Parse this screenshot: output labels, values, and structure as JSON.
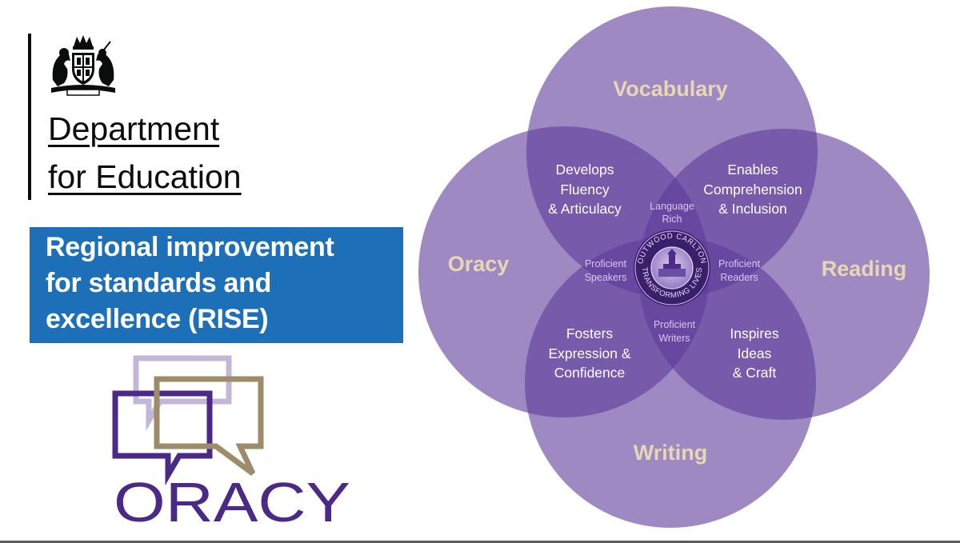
{
  "department": {
    "line1": "Department",
    "line2": "for Education"
  },
  "rise": {
    "line1": "Regional improvement",
    "line2": "for standards and",
    "line3": "excellence (RISE)"
  },
  "oracy_logo": {
    "word": "ORACY"
  },
  "venn": {
    "circles": {
      "vocabulary": "Vocabulary",
      "oracy": "Oracy",
      "reading": "Reading",
      "writing": "Writing"
    },
    "overlaps": {
      "vocab_oracy": [
        "Develops",
        "Fluency",
        "& Articulacy"
      ],
      "vocab_reading": [
        "Enables",
        "Comprehension",
        "& Inclusion"
      ],
      "oracy_writing": [
        "Fosters",
        "Expression &",
        "Confidence"
      ],
      "reading_writing": [
        "Inspires",
        "Ideas",
        "& Craft"
      ]
    },
    "inner": {
      "top": [
        "Language",
        "Rich"
      ],
      "left": [
        "Proficient",
        "Speakers"
      ],
      "right": [
        "Proficient",
        "Readers"
      ],
      "bottom": [
        "Proficient",
        "Writers"
      ]
    },
    "seal": {
      "top_text": "OUTWOOD CARLTON",
      "bottom_text": "TRANSFORMING LIVES"
    }
  },
  "colors": {
    "circle_fill": "#5e3b99",
    "circle_label": "#e8d6b4",
    "overlap_text": "#ffffff",
    "inner_text": "#d6c8ee",
    "rise_blue": "#1d70b8",
    "oracy_purple": "#4a2a86",
    "oracy_lavender": "#c3b7d8",
    "oracy_gold": "#9d8b6a"
  }
}
